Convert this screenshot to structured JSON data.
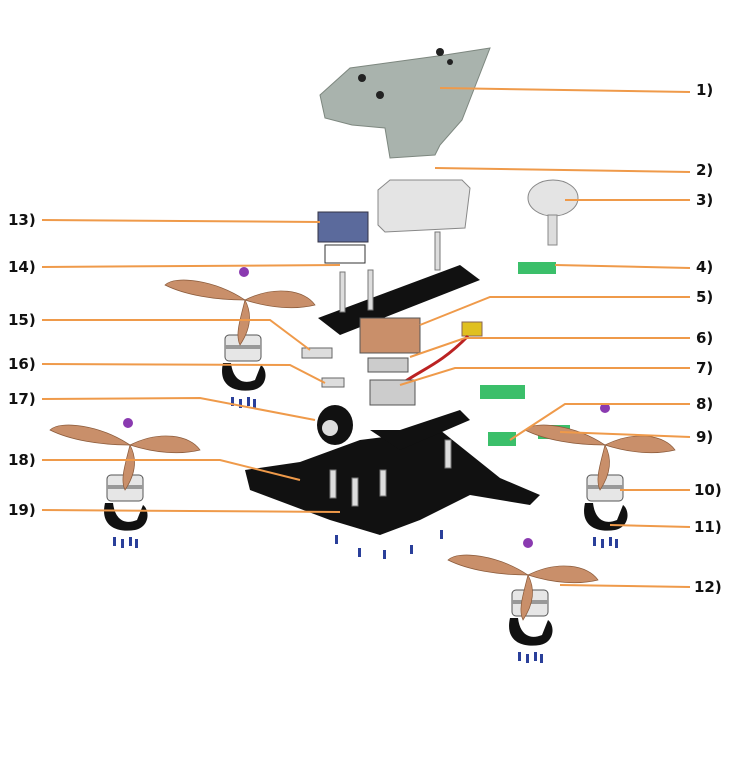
{
  "title": "Quadcopter exploded parts diagram",
  "colors": {
    "leader": "#ef9a4a",
    "frame": "#111111",
    "prop": "#c98f6a",
    "pcb": "#3bbf6a",
    "shell": "#a9b3ad"
  },
  "labels": {
    "l1": "1)",
    "l2": "2)",
    "l3": "3)",
    "l4": "4)",
    "l5": "5)",
    "l6": "6)",
    "l7": "7)",
    "l8": "8)",
    "l9": "9)",
    "l10": "10)",
    "l11": "11)",
    "l12": "12)",
    "l13": "13)",
    "l14": "14)",
    "l15": "15)",
    "l16": "16)",
    "l17": "17)",
    "l18": "18)",
    "l19": "19)"
  }
}
